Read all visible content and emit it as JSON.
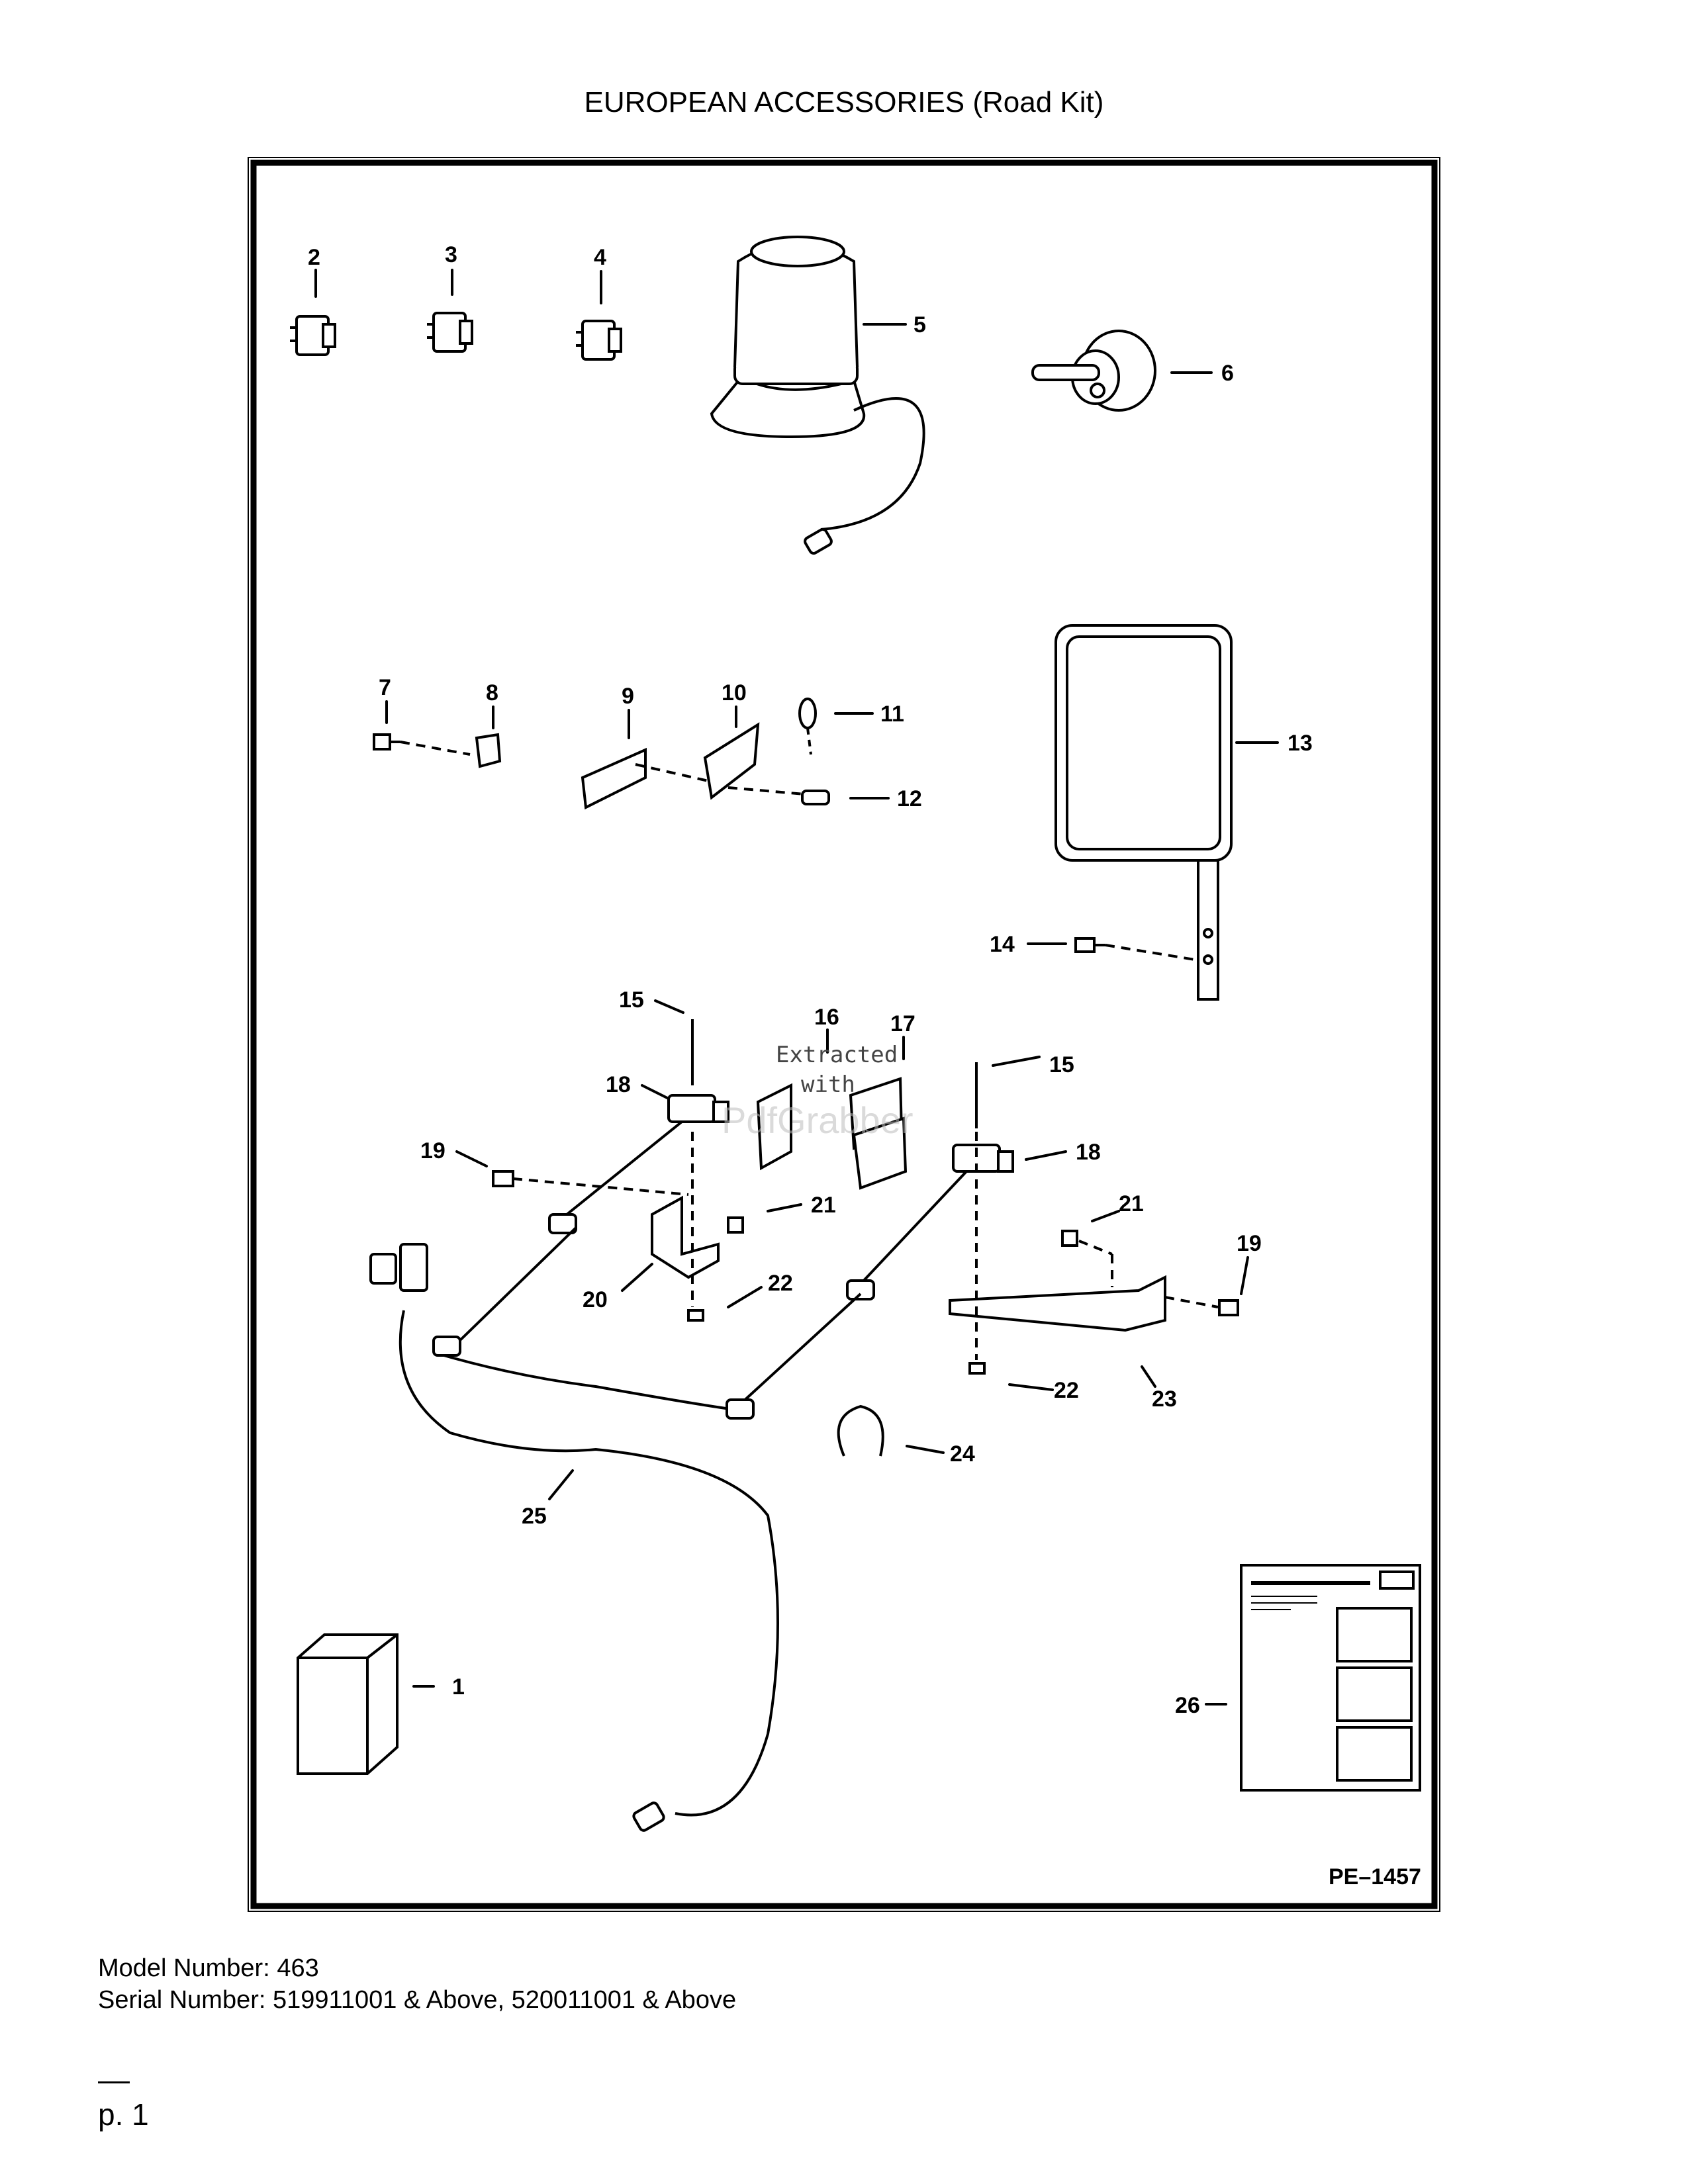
{
  "page_title": "EUROPEAN ACCESSORIES (Road Kit)",
  "diagram": {
    "drawing_code": "PE–1457",
    "callouts": [
      "1",
      "2",
      "3",
      "4",
      "5",
      "6",
      "7",
      "8",
      "9",
      "10",
      "11",
      "12",
      "13",
      "14",
      "15",
      "15",
      "16",
      "17",
      "18",
      "18",
      "19",
      "19",
      "20",
      "21",
      "21",
      "22",
      "22",
      "23",
      "24",
      "25",
      "26"
    ],
    "watermark_lines": [
      "Extracted",
      "with",
      "PdfGrabber"
    ]
  },
  "footer": {
    "model_label": "Model Number: 463",
    "serial_label": "Serial Number: 519911001 & Above, 520011001 & Above"
  },
  "page_number": "p. 1"
}
